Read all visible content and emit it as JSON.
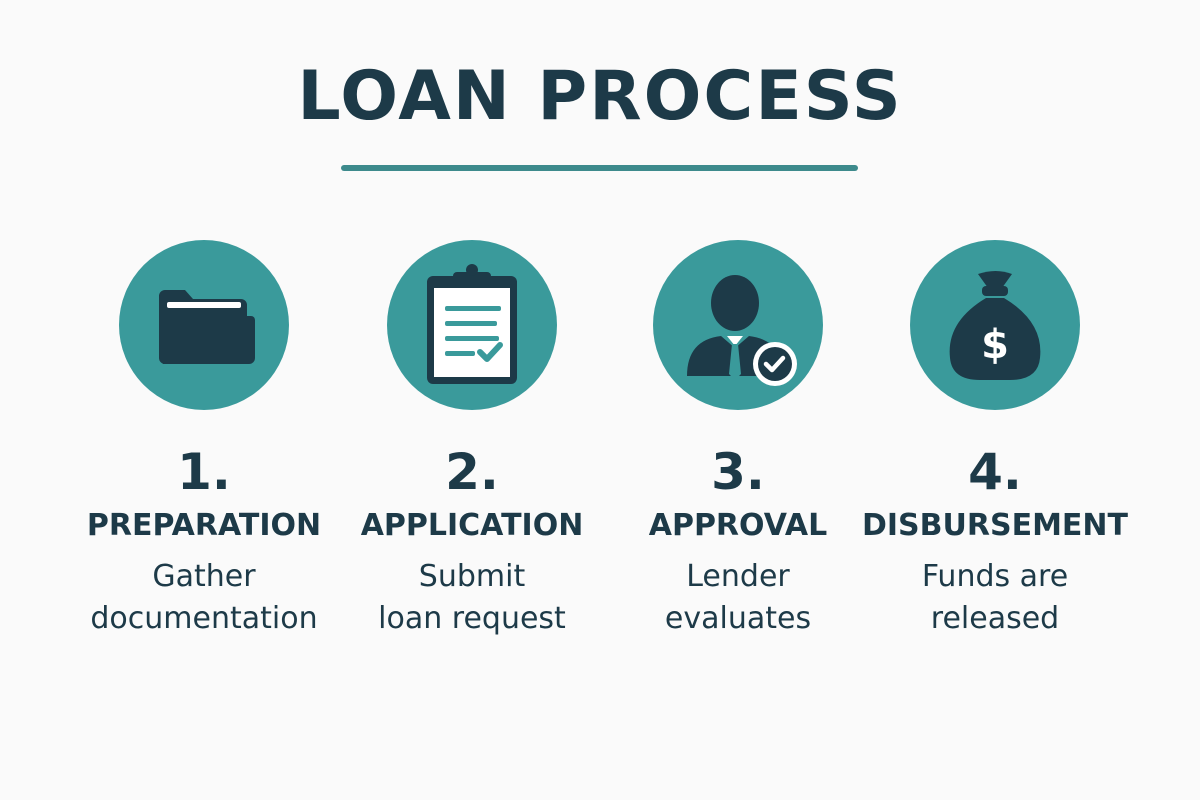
{
  "title": "LOAN PROCESS",
  "colors": {
    "primary_text": "#1d3a48",
    "accent": "#3a9a9b",
    "rule": "#3d8a8c",
    "icon_dark": "#1d3a48",
    "background": "#fafafa"
  },
  "steps": [
    {
      "number": "1.",
      "label": "PREPARATION",
      "desc_line1": "Gather",
      "desc_line2": "documentation",
      "icon": "folder-icon"
    },
    {
      "number": "2.",
      "label": "APPLICATION",
      "desc_line1": "Submit",
      "desc_line2": "loan request",
      "icon": "clipboard-checklist-icon"
    },
    {
      "number": "3.",
      "label": "APPROVAL",
      "desc_line1": "Lender",
      "desc_line2": "evaluates",
      "icon": "person-check-icon"
    },
    {
      "number": "4.",
      "label": "DISBURSEMENT",
      "desc_line1": "Funds are",
      "desc_line2": "released",
      "icon": "money-bag-icon"
    }
  ]
}
